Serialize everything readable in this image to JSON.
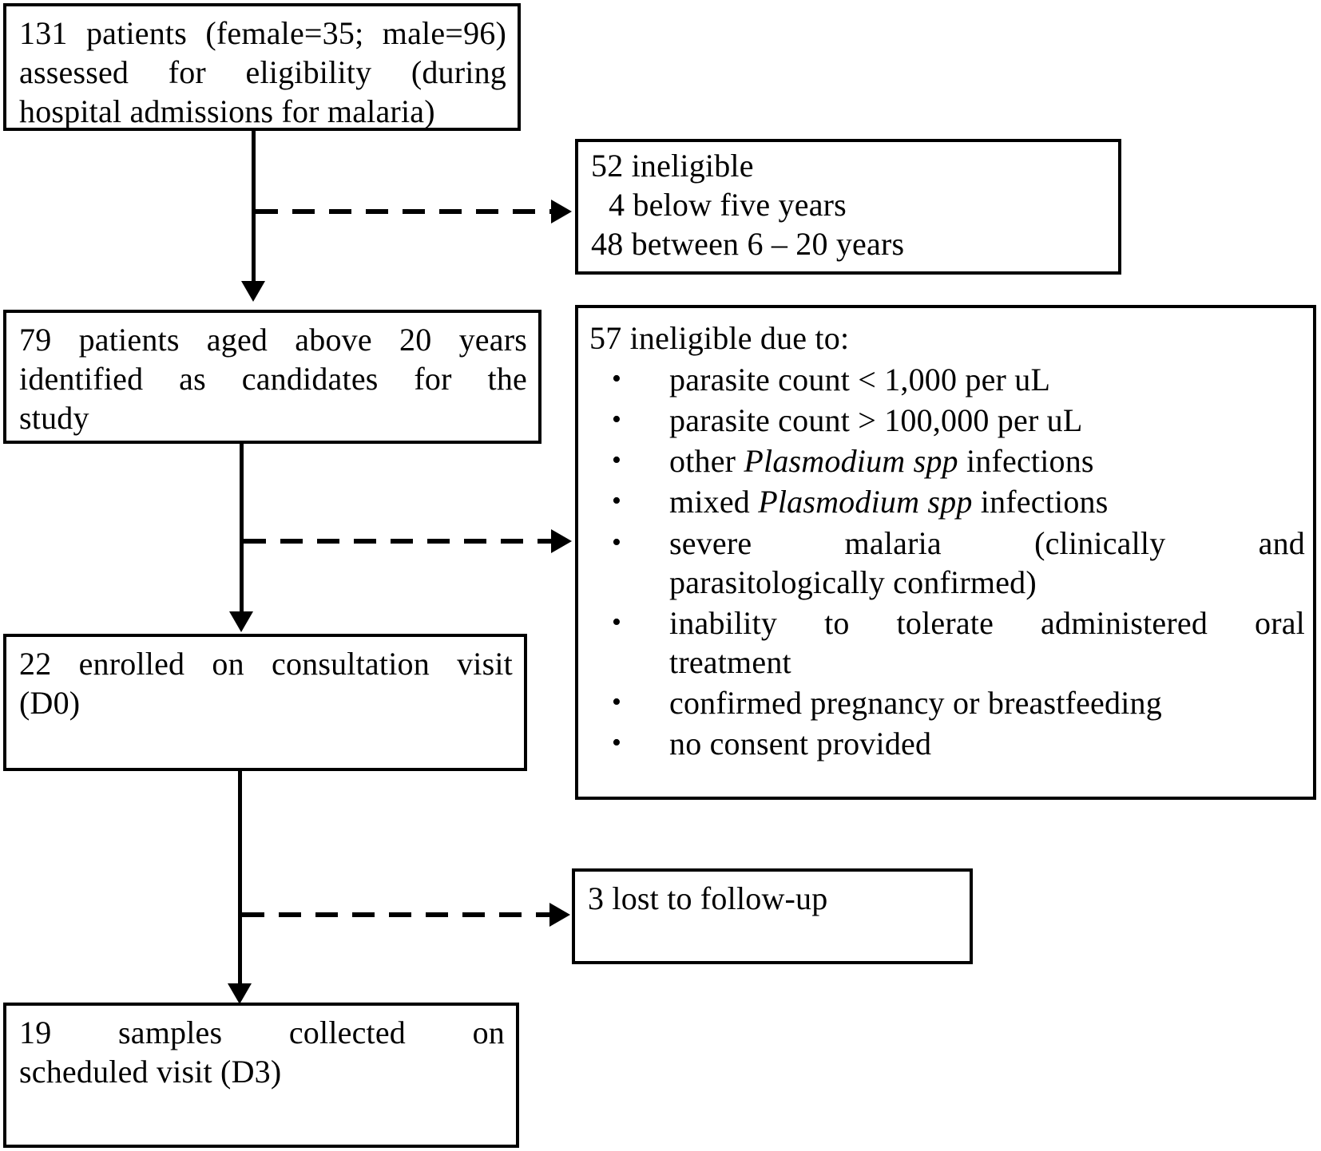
{
  "diagram": {
    "type": "study-enrollment-flowchart",
    "nodes": {
      "assessed": {
        "name": "assessed-for-eligibility-box",
        "line1": "131 patients (female=35; male=96)",
        "line2": "assessed for eligibility (during",
        "line3": "hospital admissions for malaria)"
      },
      "ineligible_age": {
        "name": "ineligible-by-age-box",
        "line1": "52 ineligible",
        "line2": "4 below five years",
        "line3": "48 between 6 – 20 years"
      },
      "candidates": {
        "name": "candidates-box",
        "line1": "79 patients aged above 20 years",
        "line2": "identified as candidates for the",
        "line3": "study"
      },
      "ineligible_criteria": {
        "name": "ineligible-criteria-box",
        "heading": "57 ineligible due to:",
        "bullets": [
          {
            "text": "parasite count < 1,000 per uL",
            "italic": null
          },
          {
            "text": "parasite count > 100,000 per uL",
            "italic": null
          },
          {
            "pre": "other ",
            "italic": "Plasmodium spp",
            "post": " infections"
          },
          {
            "pre": "mixed ",
            "italic": "Plasmodium spp",
            "post": " infections"
          },
          {
            "line1": "severe malaria (clinically and",
            "line2": "parasitologically confirmed)"
          },
          {
            "line1": "inability to tolerate administered oral",
            "line2": "treatment"
          },
          {
            "text": "confirmed pregnancy or breastfeeding",
            "italic": null
          },
          {
            "text": "no consent provided",
            "italic": null
          }
        ]
      },
      "enrolled": {
        "name": "enrolled-box",
        "line1": "22 enrolled on consultation visit",
        "line2": "(D0)"
      },
      "lost": {
        "name": "lost-to-followup-box",
        "line1": "3 lost to follow-up"
      },
      "collected": {
        "name": "samples-collected-box",
        "line1": "19 samples collected on",
        "line2": "scheduled visit (D3)"
      }
    },
    "colors": {
      "stroke": "#000000",
      "background": "#ffffff",
      "text": "#000000"
    }
  }
}
